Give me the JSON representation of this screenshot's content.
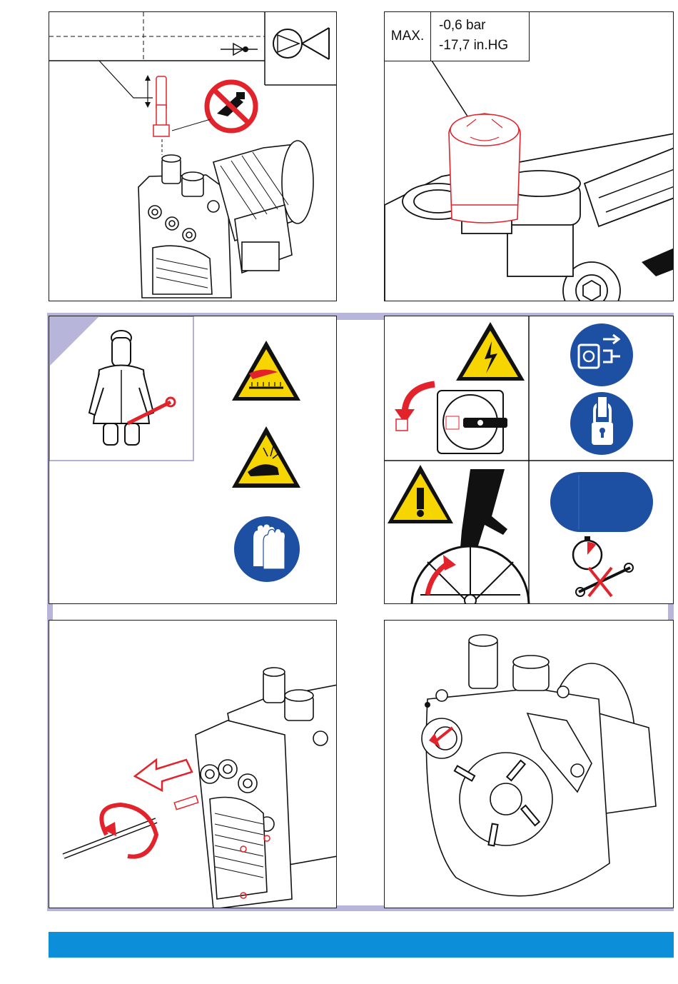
{
  "max_pressure": {
    "label": "MAX.",
    "values": [
      "-0,6 bar",
      "-17,7 in.HG"
    ]
  },
  "icons": {
    "no_oil": "no-oil-prohibition-icon",
    "pump_symbol": "vacuum-pump-symbol-icon",
    "check_valve": "check-valve-icon",
    "hot_surface": "hot-surface-warning-icon",
    "sharp_edges": "hand-injury-warning-icon",
    "gloves": "wear-gloves-icon",
    "electric": "electric-shock-warning-icon",
    "unplug": "disconnect-mains-icon",
    "lock": "lock-out-icon",
    "danger": "general-danger-warning-icon",
    "timer": "wait-timer-icon",
    "no_wrench": "no-tool-icon"
  },
  "colors": {
    "lavender": "#b7b5d9",
    "warning_yellow": "#f6d500",
    "mandatory_blue": "#1d4fa3",
    "accent_red": "#e3232b",
    "footer_blue": "#0d8ed8"
  }
}
